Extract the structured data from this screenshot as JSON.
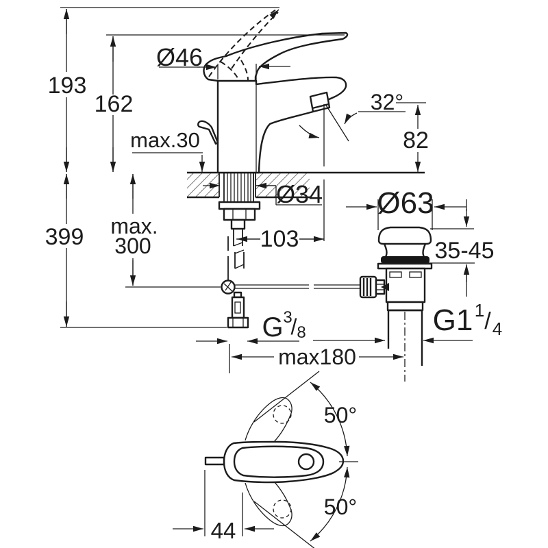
{
  "drawing": {
    "title": "single-lever-basin-mixer-dimension-drawing",
    "background": "#ffffff",
    "ink": "#1c1c1c",
    "views": {
      "side": "side elevation with mounting shank and pop-up waste",
      "top": "plan view of lever swivel range"
    },
    "labels": {
      "total_height": "193",
      "handle_height": "162",
      "deck_thickness_max": "max.30",
      "handle_diameter": "Ø46",
      "spout_angle": "32°",
      "outlet_height": "82",
      "hole_diameter": "Ø34",
      "overall_depth": "399",
      "rod_length_line1": "max.",
      "rod_length_line2": "300",
      "spout_reach": "103",
      "waste_cap_diameter": "Ø63",
      "clamping_range": "35-45",
      "supply_thread_g": "G",
      "supply_thread_num": "3",
      "supply_thread_slash": "/",
      "supply_thread_den": "8",
      "waste_thread_main": "G1",
      "waste_thread_num": "1",
      "waste_thread_slash": "/",
      "waste_thread_den": "4",
      "max_span": "max180",
      "swivel_angle_up": "50°",
      "swivel_angle_down": "50°",
      "handle_axis_offset": "44"
    }
  }
}
